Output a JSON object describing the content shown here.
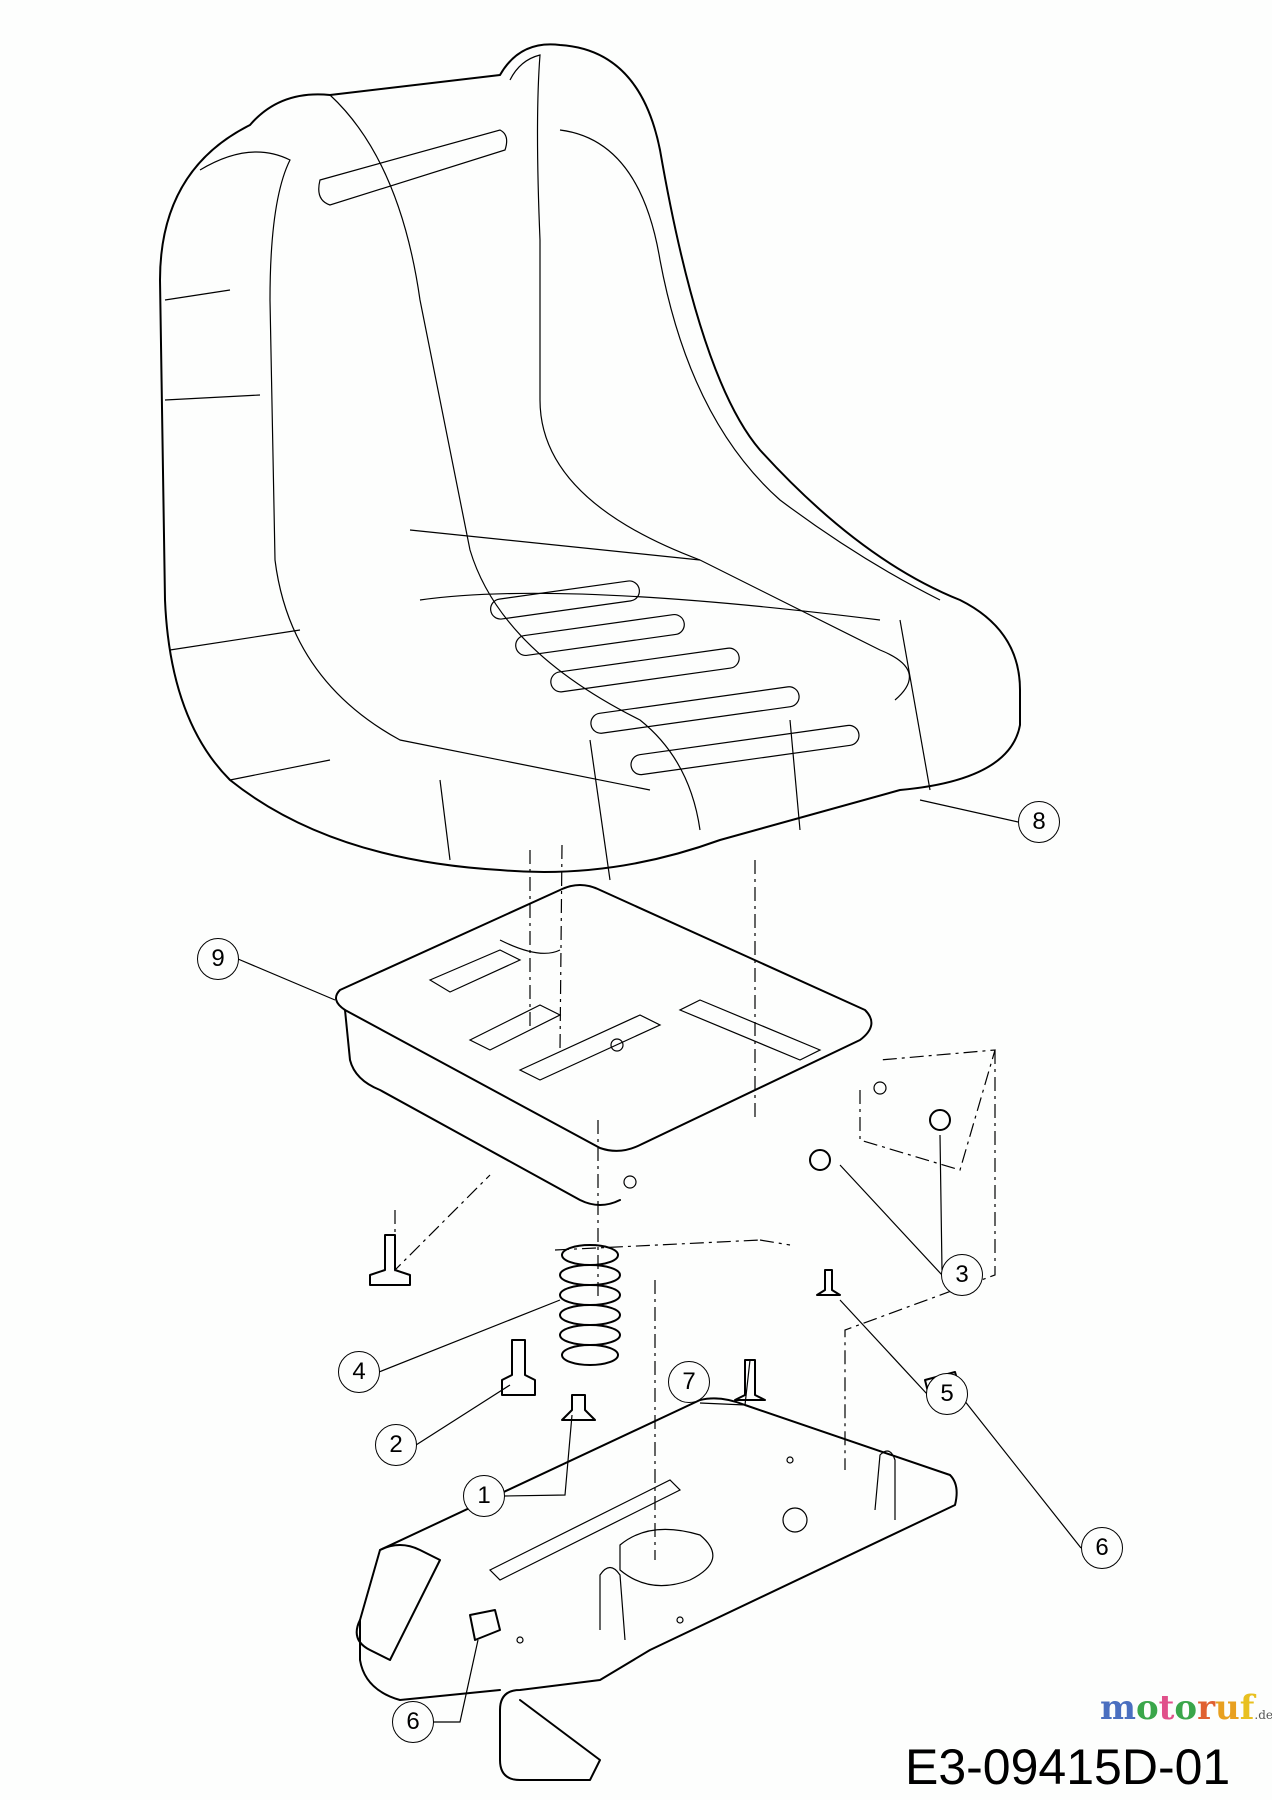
{
  "diagram": {
    "drawing_number": "E3-09415D-01",
    "watermark": {
      "brand": "motoruf",
      "tld": ".de"
    },
    "callouts": [
      {
        "id": "8",
        "part": "seat"
      },
      {
        "id": "9",
        "part": "seat-bracket"
      },
      {
        "id": "3",
        "part": "nut"
      },
      {
        "id": "4",
        "part": "spring"
      },
      {
        "id": "5",
        "part": "screw"
      },
      {
        "id": "7",
        "part": "bolt"
      },
      {
        "id": "2",
        "part": "bolt"
      },
      {
        "id": "1",
        "part": "bushing"
      },
      {
        "id": "6",
        "part": "bolt"
      },
      {
        "id": "6",
        "part": "bolt"
      }
    ]
  }
}
